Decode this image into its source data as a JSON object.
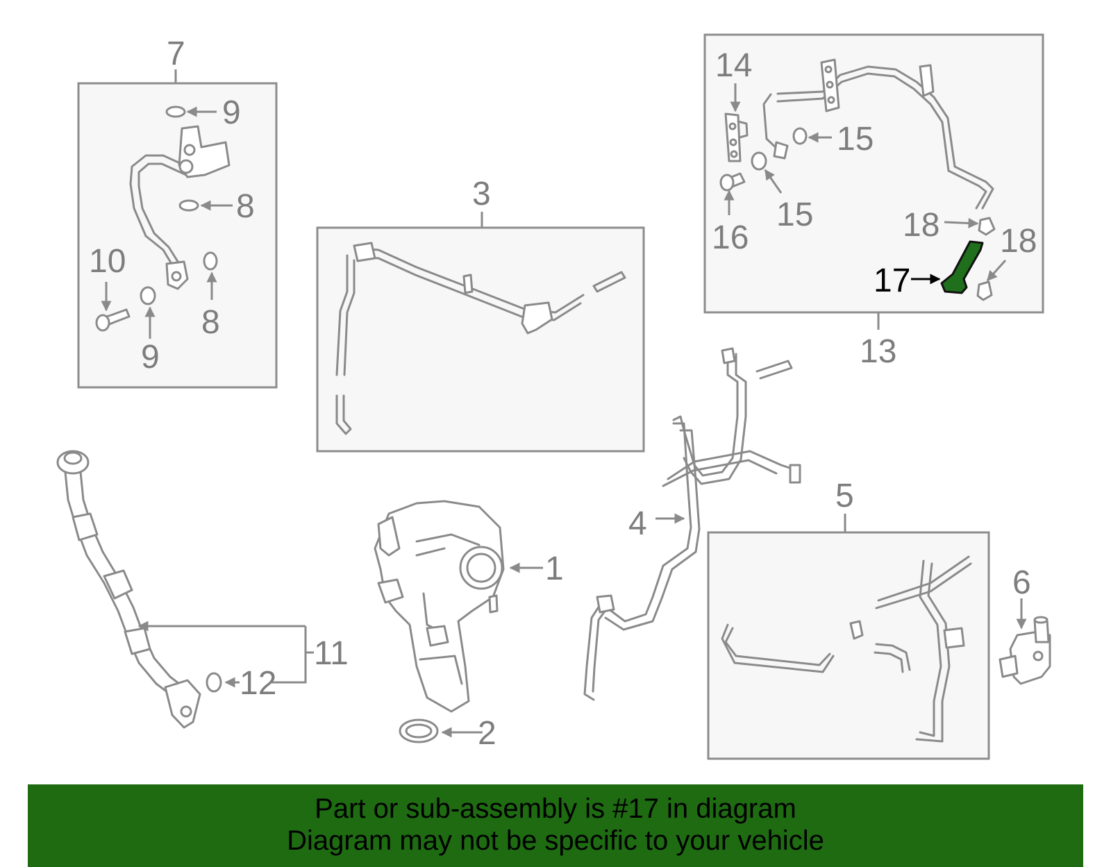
{
  "diagram": {
    "highlight_color": "#1f6f1c",
    "callouts": {
      "c1": "1",
      "c2": "2",
      "c3": "3",
      "c4": "4",
      "c5": "5",
      "c6": "6",
      "c7": "7",
      "c8a": "8",
      "c8b": "8",
      "c9a": "9",
      "c9b": "9",
      "c10": "10",
      "c11": "11",
      "c12": "12",
      "c13": "13",
      "c14": "14",
      "c15a": "15",
      "c15b": "15",
      "c16": "16",
      "c17": "17",
      "c18a": "18",
      "c18b": "18"
    }
  },
  "banner": {
    "line1": "Part or sub-assembly is #17 in diagram",
    "line2": "Diagram may not be specific to your vehicle",
    "background": "#1e6b12"
  }
}
